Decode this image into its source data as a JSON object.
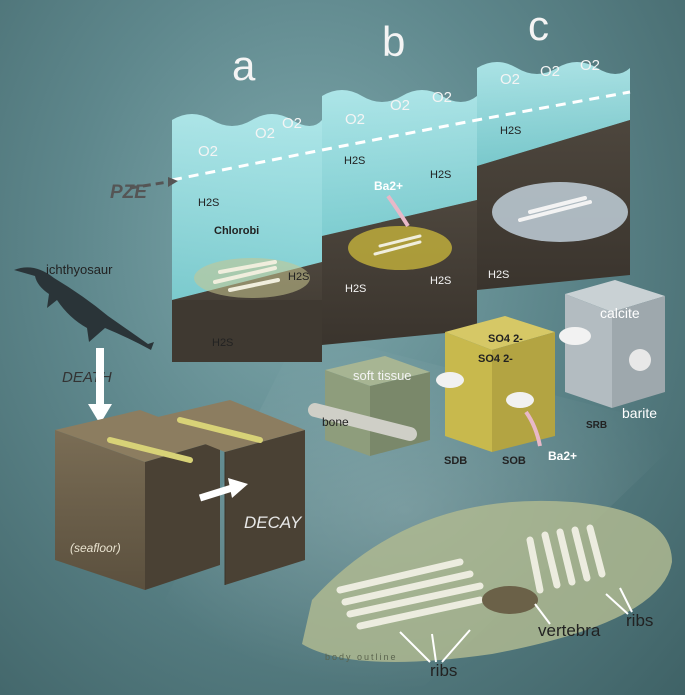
{
  "panels": {
    "a": "a",
    "b": "b",
    "c": "c"
  },
  "water": {
    "o2": "O2",
    "pze": "PZE",
    "h2s": "H2S",
    "chlorobi": "Chlorobi",
    "ba": "Ba2+"
  },
  "organism": {
    "name": "ichthyosaur",
    "death": "DEATH",
    "decay": "DECAY",
    "seafloor": "(seafloor)"
  },
  "cubes": {
    "soft_tissue": "soft tissue",
    "bone": "bone",
    "so4": "SO4 2-",
    "sdb": "SDB",
    "sob": "SOB",
    "ba": "Ba2+",
    "calcite": "calcite",
    "barite": "barite",
    "srb": "SRB"
  },
  "fossil": {
    "body_outline": "body outline",
    "ribs": "ribs",
    "vertebra": "vertebra"
  }
}
